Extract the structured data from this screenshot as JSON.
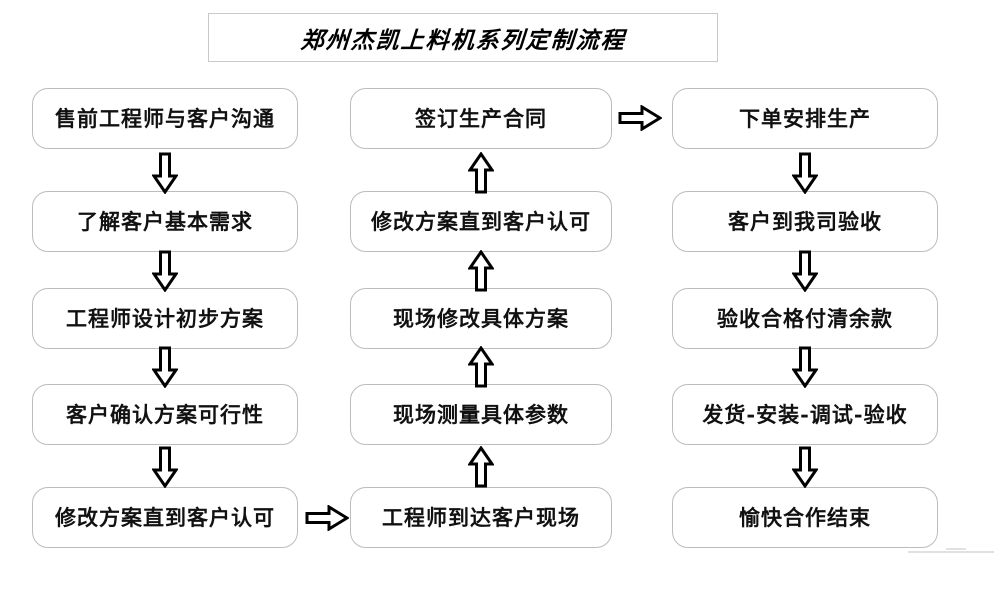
{
  "diagram": {
    "title": "郑州杰凯上料机系列定制流程",
    "columns": [
      {
        "name": "pre-sales-column",
        "nodes": [
          {
            "id": "n1",
            "label": "售前工程师与客户沟通"
          },
          {
            "id": "n2",
            "label": "了解客户基本需求"
          },
          {
            "id": "n3",
            "label": "工程师设计初步方案"
          },
          {
            "id": "n4",
            "label": "客户确认方案可行性"
          },
          {
            "id": "n5",
            "label": "修改方案直到客户认可"
          }
        ]
      },
      {
        "name": "on-site-column",
        "nodes": [
          {
            "id": "n10",
            "label": "签订生产合同"
          },
          {
            "id": "n9",
            "label": "修改方案直到客户认可"
          },
          {
            "id": "n8",
            "label": "现场修改具体方案"
          },
          {
            "id": "n7",
            "label": "现场测量具体参数"
          },
          {
            "id": "n6",
            "label": "工程师到达客户现场"
          }
        ]
      },
      {
        "name": "production-column",
        "nodes": [
          {
            "id": "n11",
            "label": "下单安排生产"
          },
          {
            "id": "n12",
            "label": "客户到我司验收"
          },
          {
            "id": "n13",
            "label": "验收合格付清余款"
          },
          {
            "id": "n14",
            "label": "发货-安装-调试-验收"
          },
          {
            "id": "n15",
            "label": "愉快合作结束"
          }
        ]
      }
    ],
    "connectors": [
      {
        "id": "c1",
        "direction": "down",
        "from": "n1",
        "to": "n2"
      },
      {
        "id": "c2",
        "direction": "down",
        "from": "n2",
        "to": "n3"
      },
      {
        "id": "c3",
        "direction": "down",
        "from": "n3",
        "to": "n4"
      },
      {
        "id": "c4",
        "direction": "down",
        "from": "n4",
        "to": "n5"
      },
      {
        "id": "c5",
        "direction": "right",
        "from": "n5",
        "to": "n6"
      },
      {
        "id": "c6",
        "direction": "up",
        "from": "n6",
        "to": "n7"
      },
      {
        "id": "c7",
        "direction": "up",
        "from": "n7",
        "to": "n8"
      },
      {
        "id": "c8",
        "direction": "up",
        "from": "n8",
        "to": "n9"
      },
      {
        "id": "c9",
        "direction": "up",
        "from": "n9",
        "to": "n10"
      },
      {
        "id": "c10",
        "direction": "right",
        "from": "n10",
        "to": "n11"
      },
      {
        "id": "c11",
        "direction": "down",
        "from": "n11",
        "to": "n12"
      },
      {
        "id": "c12",
        "direction": "down",
        "from": "n12",
        "to": "n13"
      },
      {
        "id": "c13",
        "direction": "down",
        "from": "n13",
        "to": "n14"
      },
      {
        "id": "c14",
        "direction": "down",
        "from": "n14",
        "to": "n15"
      }
    ],
    "colors": {
      "background": "#ffffff",
      "node_border": "#bcbcbc",
      "title_border": "#c9c9c9",
      "text": "#111111",
      "arrow_stroke": "#000000",
      "arrow_fill": "#ffffff"
    }
  }
}
